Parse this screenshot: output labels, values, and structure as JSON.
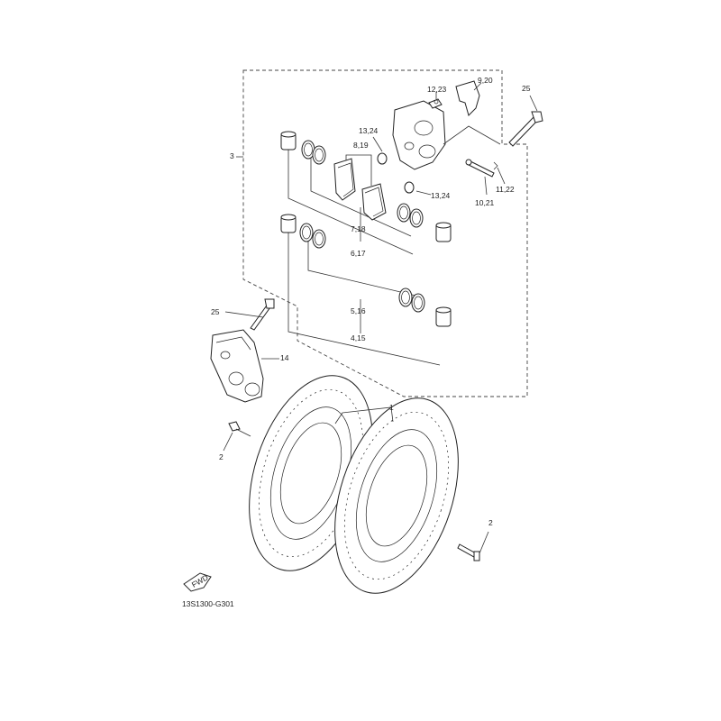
{
  "diagram_code": "13S1300-G301",
  "fwd_label": "FWD",
  "callouts": {
    "c1": "1",
    "c2a": "2",
    "c2b": "2",
    "c3": "3",
    "c4_15": "4,15",
    "c5_16": "5,16",
    "c6_17": "6,17",
    "c7_18": "7,18",
    "c8_19": "8,19",
    "c9_20": "9,20",
    "c10_21": "10,21",
    "c11_22": "11,22",
    "c12_23": "12,23",
    "c13_24a": "13,24",
    "c13_24b": "13,24",
    "c14": "14",
    "c25a": "25",
    "c25b": "25"
  }
}
